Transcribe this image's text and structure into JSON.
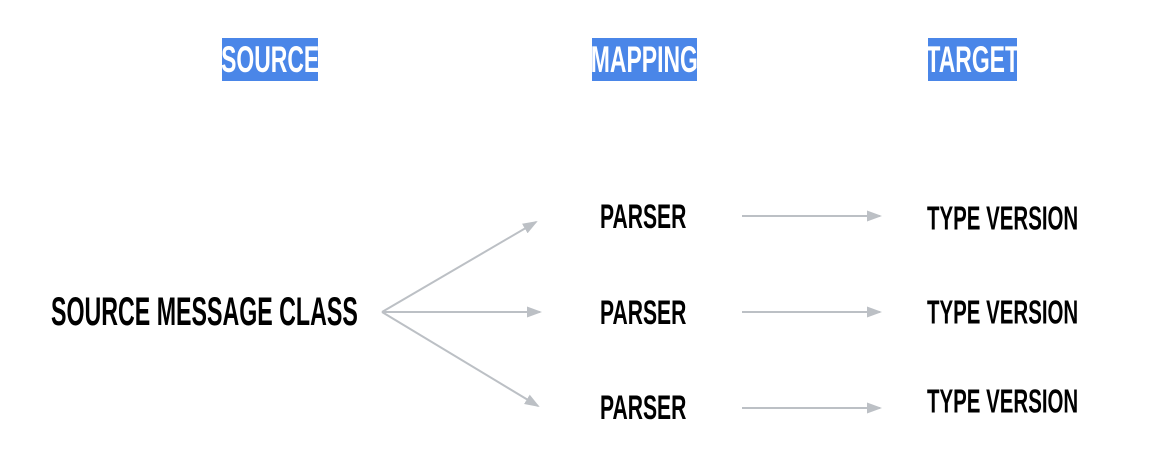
{
  "diagram": {
    "headers": {
      "source": "SOURCE",
      "mapping": "MAPPING",
      "target": "TARGET"
    },
    "source_node": {
      "label": "SOURCE MESSAGE CLASS"
    },
    "rows": [
      {
        "parser": "PARSER",
        "target": "TYPE VERSION"
      },
      {
        "parser": "PARSER",
        "target": "TYPE VERSION"
      },
      {
        "parser": "PARSER",
        "target": "TYPE VERSION"
      }
    ],
    "colors": {
      "header_bg": "#4a86e8",
      "header_text": "#ffffff",
      "node_text": "#000000",
      "arrow": "#bcc0c5",
      "background": "#ffffff"
    }
  }
}
